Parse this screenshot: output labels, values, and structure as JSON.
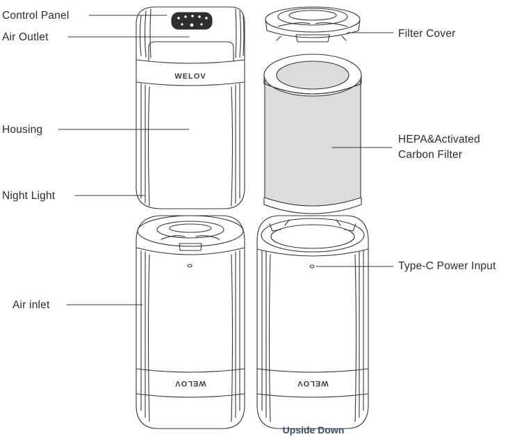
{
  "labels": {
    "control_panel": "Control Panel",
    "air_outlet": "Air Outlet",
    "housing": "Housing",
    "night_light": "Night Light",
    "air_inlet": "Air inlet",
    "filter_cover": "Filter Cover",
    "hepa_line1": "HEPA&Activated",
    "hepa_line2": "Carbon Filter",
    "type_c": "Type-C Power Input"
  },
  "caption": "Upside Down",
  "brand": "WELOV",
  "colors": {
    "line": "#333333",
    "filter_fill": "#dcdcdc",
    "panel": "#2e2e2e",
    "text": "#2b2b2b",
    "caption": "#3a4a66"
  }
}
